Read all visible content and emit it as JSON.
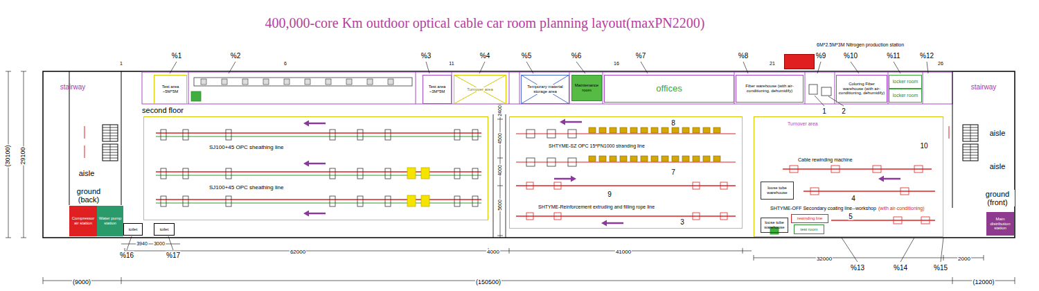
{
  "diagram": {
    "title": "400,000-core Km outdoor optical cable car room planning layout(maxPN2200)",
    "nodes": [
      {
        "text": [
          "stairway"
        ]
      },
      {
        "text": [
          "Test area ~5M*5M"
        ]
      },
      {
        "text": [
          "Test area ~3M*5M"
        ]
      },
      {
        "text": [
          "Turnover area"
        ]
      },
      {
        "text": [
          "Temporary material storage area"
        ]
      },
      {
        "text": [
          "Maintenance room"
        ]
      },
      {
        "text": [
          "offices"
        ]
      },
      {
        "text": [
          "Fiber warehouse (with air-conditioning, dehumidify)"
        ]
      },
      {
        "text": [
          "6M*2.5M*3M Nitrogen production station"
        ]
      },
      {
        "text": [
          "Coloring Fiber warehouse (with air-conditioning, dehumidify)"
        ]
      },
      {
        "text": [
          "locker room"
        ]
      },
      {
        "text": [
          "locker room"
        ]
      },
      {
        "text": [
          "stairway"
        ]
      },
      {
        "text": [
          "SJ100+45 OPC sheathing line",
          "SJ100+45 OPC sheathing line"
        ]
      },
      {
        "text": [
          "SHTYME-SZ OPC 15*PN1000 stranding line",
          "SHTYME-Reinforcement extruding and filling rope line"
        ]
      },
      {
        "text": [
          "Turnover area",
          "Cable rewinding machine",
          "SHTYME-OFF Secondary coating line--workshop",
          "(with air-conditioning)"
        ]
      },
      {
        "text": [
          "loose tube warehouse"
        ],
        "in": 15
      },
      {
        "text": [
          "loose tube warehouse"
        ],
        "in": 15
      },
      {
        "text": [
          "rewinding line"
        ],
        "in": 15
      },
      {
        "text": [
          "test room"
        ],
        "in": 15
      },
      {
        "text": [
          "Compressor air station"
        ]
      },
      {
        "text": [
          "Water pump station"
        ]
      },
      {
        "text": [
          "toilet"
        ]
      },
      {
        "text": [
          "toilet"
        ]
      },
      {
        "text": [
          "Main distribution station"
        ]
      }
    ],
    "labels": [
      "second floor",
      "aisle",
      "ground (back)",
      "aisle",
      "aisle",
      "ground (front)",
      "%1",
      "%2",
      "%3",
      "%4",
      "%5",
      "%6",
      "%7",
      "%8",
      "%9",
      "%10",
      "%11",
      "%12",
      "%13",
      "%14",
      "%15",
      "%16",
      "%17",
      "1",
      "6",
      "11",
      "16",
      "21",
      "26",
      "1",
      "2",
      "8",
      "7",
      "9",
      "3",
      "4",
      "5",
      "10",
      "(30100)",
      "29100",
      "(9000)",
      "(150500)",
      "(12000)",
      "62000",
      "4000",
      "41000",
      "32000",
      "2000",
      "3940",
      "3000",
      "2400",
      "4500",
      "4000",
      "5600"
    ]
  }
}
